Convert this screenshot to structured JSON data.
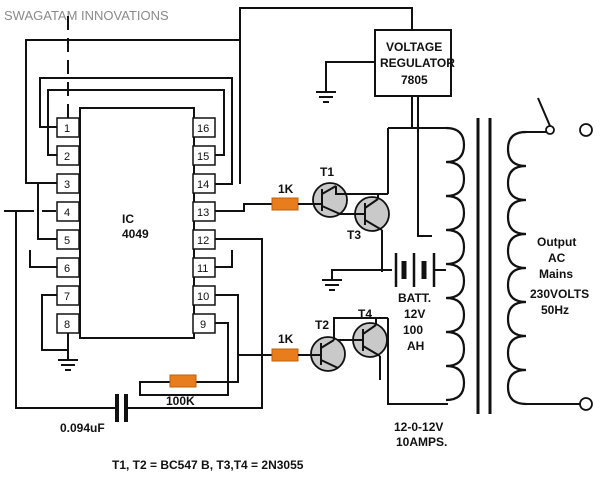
{
  "watermark": "SWAGATAM INNOVATIONS",
  "regulator": {
    "line1": "VOLTAGE",
    "line2": "REGULATOR",
    "line3": "7805"
  },
  "ic": {
    "name": "IC",
    "part": "4049",
    "left_pins": [
      "1",
      "2",
      "3",
      "4",
      "5",
      "6",
      "7",
      "8"
    ],
    "right_pins": [
      "16",
      "15",
      "14",
      "13",
      "12",
      "11",
      "10",
      "9"
    ]
  },
  "resistors": {
    "r_top": "1K",
    "r_bottom": "1K",
    "r_feedback": "100K"
  },
  "capacitor": {
    "value": "0.094uF"
  },
  "transistors": {
    "t1": "T1",
    "t2": "T2",
    "t3": "T3",
    "t4": "T4"
  },
  "battery": {
    "line1": "BATT.",
    "line2": "12V",
    "line3": "100",
    "line4": "AH"
  },
  "transformer": {
    "line1": "12-0-12V",
    "line2": "10AMPS."
  },
  "output": {
    "line1": "Output",
    "line2": "AC",
    "line3": "Mains",
    "line4": "230VOLTS",
    "line5": "50Hz"
  },
  "footnote": "T1, T2 = BC547 B, T3,T4 = 2N3055"
}
